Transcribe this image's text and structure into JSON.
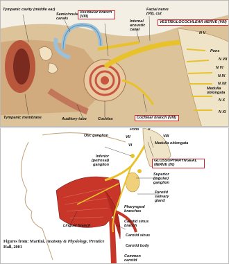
{
  "top_panel": {
    "labels": {
      "tympanic_cavity": "Tympanic cavity (middle ear)",
      "semicircular_canals": "Semicircular canals",
      "facial_nerve": "Facial nerve (VII), cut",
      "internal_acoustic_canal": "Internal acoustic canal",
      "cn_v": "N V",
      "pons": "Pons",
      "cn_vii": "N VII",
      "cn_vi": "N VI",
      "cn_ix": "N IX",
      "cn_xii": "N XII",
      "medulla_oblongata": "Medulla oblongata",
      "cn_x": "N X",
      "cn_xi": "N XI",
      "tympanic_membrane": "Tympanic membrane",
      "auditory_tube": "Auditory tube",
      "cochlea": "Cochlea"
    },
    "highlighted": {
      "vestibular_branch": "Vestibular branch (VIII)",
      "vestibulocochlear_nerve": "VESTIBULOCOCHLEAR NERVE (VIII)",
      "cochlear_branch": "Cochlear branch (VIII)"
    }
  },
  "bottom_panel": {
    "labels": {
      "pons": "Pons",
      "cn_v": "V",
      "cn_vii": "VII",
      "cn_viii": "VIII",
      "cn_vi": "VI",
      "otic_ganglion": "Otic ganglion",
      "medulla_oblongata": "Medulla oblongata",
      "inferior_ganglion": "Inferior (petrosal) ganglion",
      "superior_ganglion": "Superior (jugular) ganglion",
      "parotid_gland": "Parotid salivary gland",
      "pharyngeal_branches": "Pharyngeal branches",
      "lingual_branch": "Lingual branch",
      "carotid_sinus_branch": "Carotid sinus branch",
      "carotid_sinus": "Carotid sinus",
      "carotid_body": "Carotid body",
      "common_carotid_artery": "Common carotid artery"
    },
    "highlighted": {
      "glossopharyngeal_nerve": "GLOSSOPHARYNGEAL NERVE (IX)"
    }
  },
  "caption": {
    "prefix": "Figures from: Martini,",
    "book": "Anatomy & Physiology",
    "suffix": ", Prentice Hall, 2001"
  },
  "colors": {
    "highlight_box": "#d4202a",
    "nerve": "#e8c22a",
    "muscle": "#c8362a",
    "bone": "#dcc39a",
    "cochlea": "#e9c9a2",
    "semicircular": "#9cc0d8"
  }
}
